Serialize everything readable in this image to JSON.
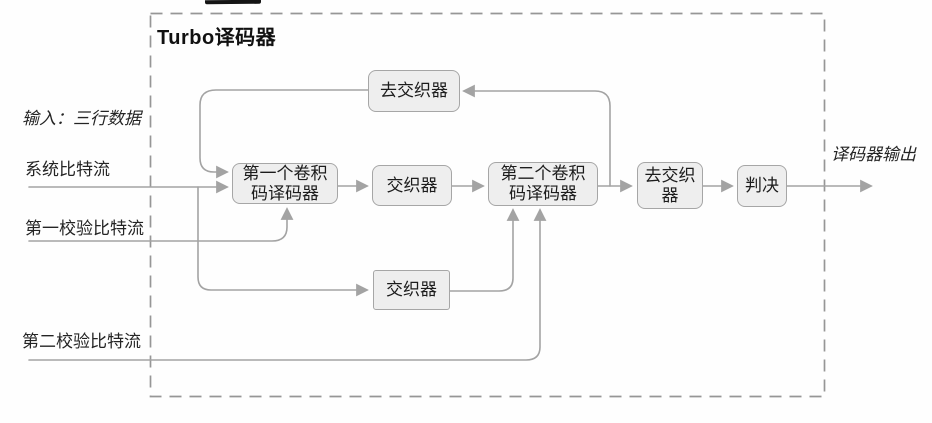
{
  "diagram": {
    "title": "Turbo译码器",
    "inputs": {
      "header": "输入：三行数据",
      "systematic": "系统比特流",
      "parity1": "第一校验比特流",
      "parity2": "第二校验比特流"
    },
    "output": {
      "label": "译码器输出"
    },
    "blocks": {
      "top_deinterleaver": {
        "label": "去交织器"
      },
      "decoder1": {
        "line1": "第一个卷积",
        "line2": "码译码器"
      },
      "mid_interleaver": {
        "label": "交织器"
      },
      "decoder2": {
        "line1": "第二个卷积",
        "line2": "码译码器"
      },
      "right_deinterleaver": {
        "line1": "去交织",
        "line2": "器"
      },
      "decision": {
        "label": "判决"
      },
      "bottom_interleaver": {
        "label": "交织器"
      }
    },
    "colors": {
      "box_fill": "#eeeeee",
      "box_border": "#a6a6a6",
      "connector": "#a3a3a3",
      "dashed_border": "#969696",
      "text": "#1c1c1c"
    }
  }
}
